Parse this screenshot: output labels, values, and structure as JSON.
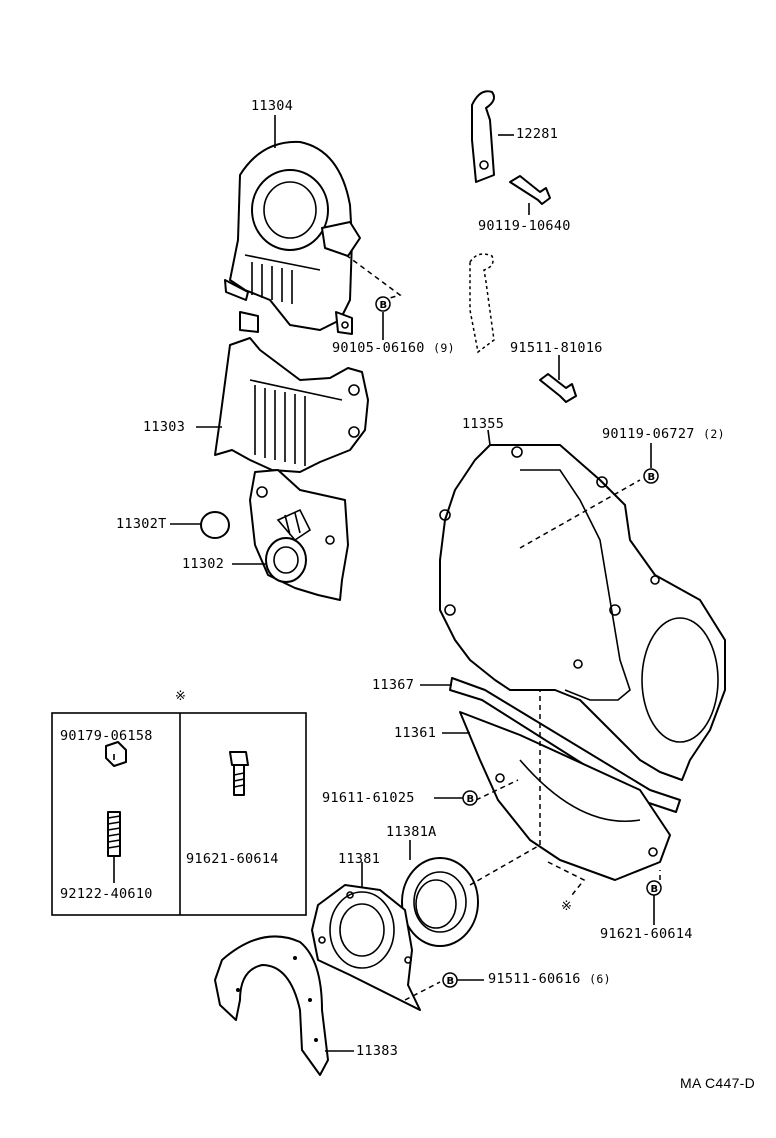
{
  "parts": {
    "p11304": "11304",
    "p12281": "12281",
    "p90119_10640": "90119-10640",
    "p90105_06160": "90105-06160",
    "p90105_06160_qty": "(9)",
    "p91511_81016": "91511-81016",
    "p11303": "11303",
    "p11355": "11355",
    "p90119_06727": "90119-06727",
    "p90119_06727_qty": "(2)",
    "p11302T": "11302T",
    "p11302": "11302",
    "p11367": "11367",
    "p11361": "11361",
    "p91611_61025": "91611-61025",
    "p11381A": "11381A",
    "p11381": "11381",
    "p91621_60614": "91621-60614",
    "p91511_60616": "91511-60616",
    "p91511_60616_qty": "(6)",
    "p11383": "11383"
  },
  "inset": {
    "marker": "※",
    "left_top": "90179-06158",
    "left_bottom": "92122-40610",
    "right": "91621-60614"
  },
  "markers": {
    "circle_b": "B",
    "asterisk": "※"
  },
  "footer": {
    "code": "MA C447-D"
  }
}
